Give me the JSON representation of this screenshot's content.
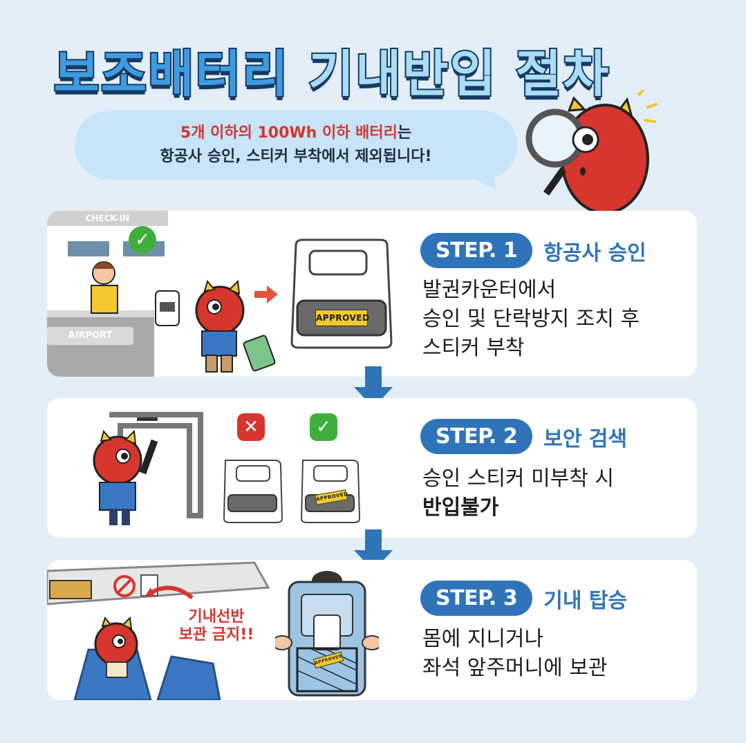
{
  "title": {
    "part1": "보조배터리",
    "part2": "기내반입 절차"
  },
  "bubble": {
    "line1_highlight": "5개 이하의 100Wh 이하 배터리",
    "line1_rest": "는",
    "line2": "항공사 승인, 스티커 부착에서 제외됩니다!"
  },
  "steps": [
    {
      "badge": "STEP. 1",
      "title": "항공사 승인",
      "lines": [
        "발권카운터에서",
        "승인 및 단락방지 조치 후",
        "스티커 부착"
      ],
      "scene": {
        "checkin_label": "CHECK-IN",
        "airport_label": "AIRPORT",
        "sticker_label": "APPROVED",
        "sticker_small": "APPROVED"
      }
    },
    {
      "badge": "STEP. 2",
      "title": "보안 검색",
      "line1": "승인 스티커 미부착 시",
      "line2_bold": "반입불가",
      "scene": {
        "sticker_label": "APPROVED"
      }
    },
    {
      "badge": "STEP. 3",
      "title": "기내 탑승",
      "lines": [
        "몸에 지니거나",
        "좌석 앞주머니에 보관"
      ],
      "scene": {
        "warning_line1": "기내선반",
        "warning_line2": "보관 금지!!",
        "sticker_label": "APPROVED"
      }
    }
  ],
  "colors": {
    "background": "#e3eef8",
    "accent_blue": "#2f74b9",
    "mascot_red": "#d6362d",
    "sticker_yellow": "#f2c830",
    "check_green": "#3fae3f"
  },
  "icons": [
    "magnifier-icon",
    "check-icon",
    "cross-icon",
    "down-arrow-icon",
    "no-sign-icon",
    "curved-arrow-icon"
  ]
}
